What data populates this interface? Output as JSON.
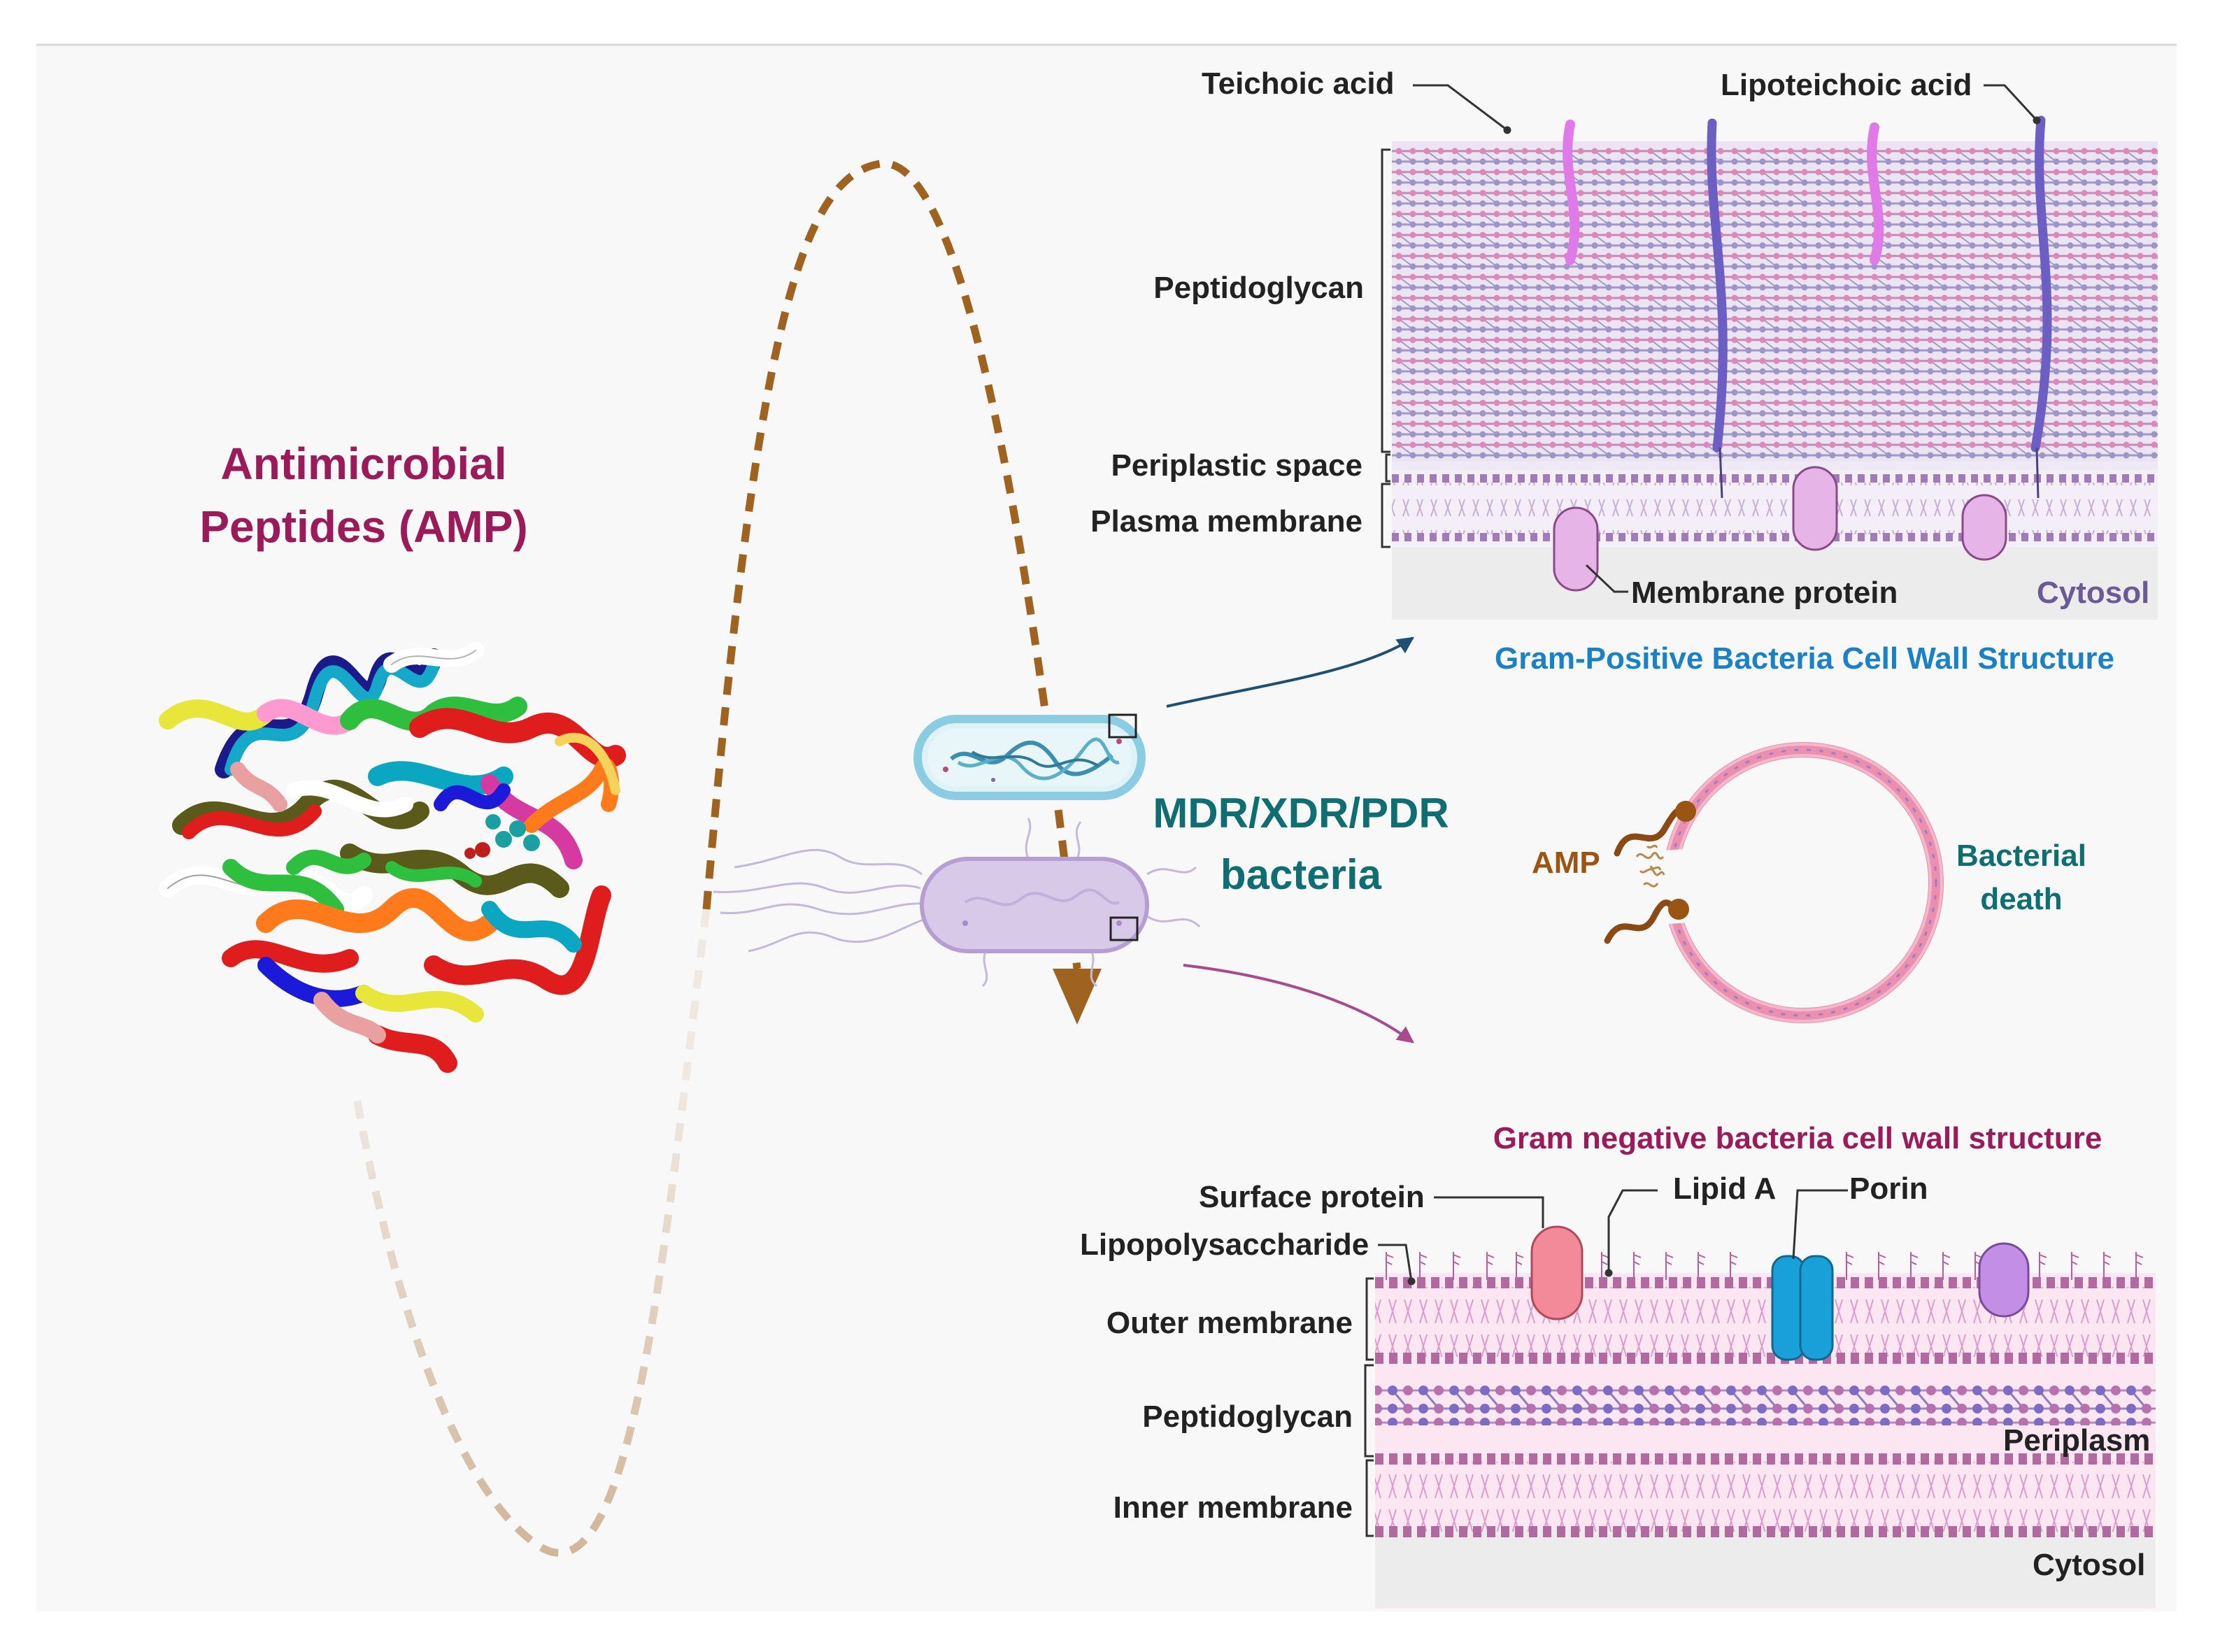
{
  "title": {
    "line1": "Antimicrobial",
    "line2": "Peptides (AMP)"
  },
  "center_label": {
    "line1": "MDR/XDR/PDR",
    "line2": "bacteria"
  },
  "gram_positive": {
    "heading": "Gram-Positive Bacteria Cell Wall Structure",
    "labels": {
      "teichoic": "Teichoic acid",
      "lipoteichoic": "Lipoteichoic acid",
      "peptidoglycan": "Peptidoglycan",
      "periplastic": "Periplastic space",
      "plasma": "Plasma membrane",
      "membrane_protein": "Membrane protein",
      "cytosol": "Cytosol"
    }
  },
  "bacterial_death": {
    "amp": "AMP",
    "line1": "Bacterial",
    "line2": "death"
  },
  "gram_negative": {
    "heading": "Gram negative bacteria cell wall structure",
    "labels": {
      "surface_protein": "Surface protein",
      "lipid_a": "Lipid A",
      "porin": "Porin",
      "lps": "Lipopolysaccharide",
      "outer_membrane": "Outer membrane",
      "peptidoglycan": "Peptidoglycan",
      "periplasm": "Periplasm",
      "inner_membrane": "Inner membrane",
      "cytosol": "Cytosol"
    }
  },
  "colors": {
    "title": "#9b1b5a",
    "center": "#0f6e72",
    "gram_pos_heading": "#1a82c4",
    "gram_neg_heading": "#9b1b5a",
    "amp": "#9a5512",
    "death": "#0f6e72",
    "dashed_curve": "#a0621f",
    "cytosol_pos": "#6a5a9a"
  }
}
